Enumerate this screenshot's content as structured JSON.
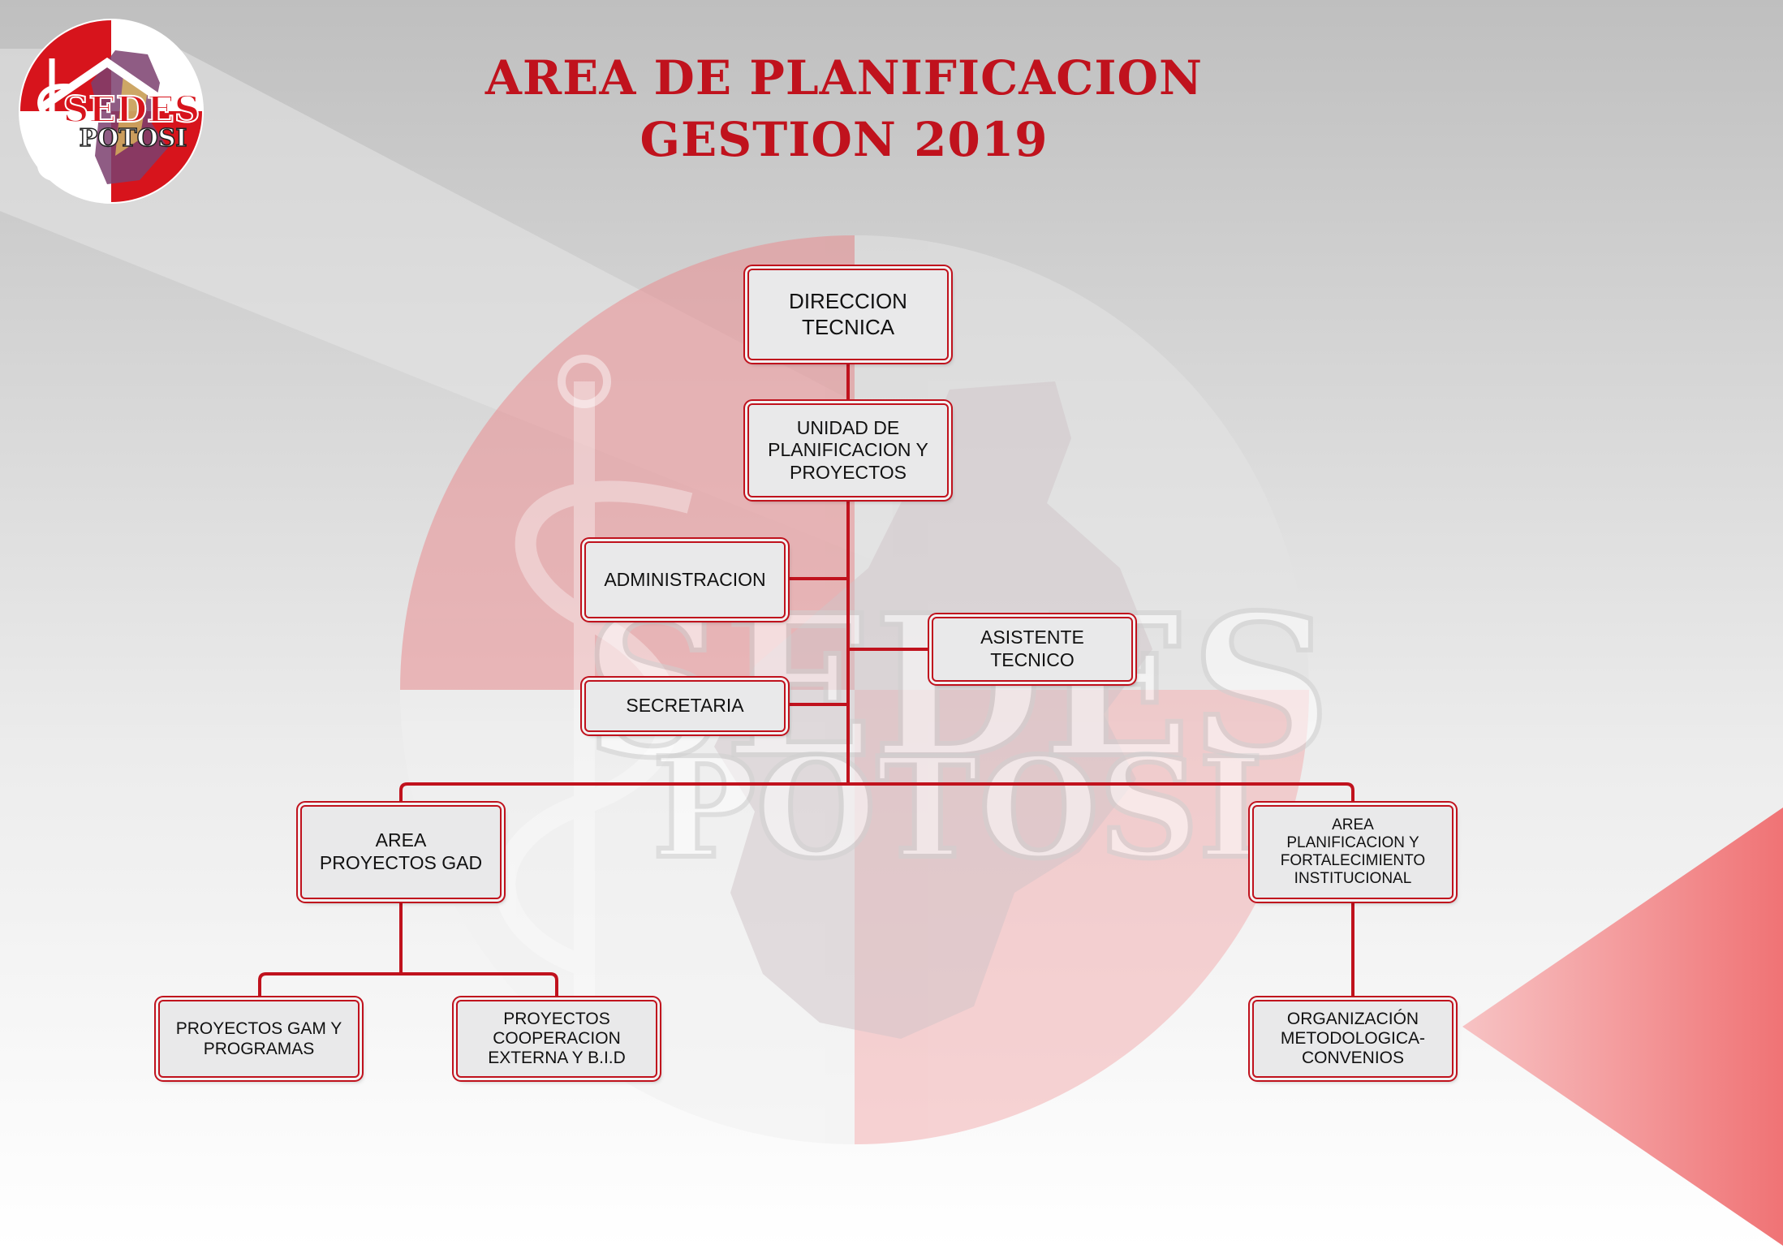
{
  "header": {
    "title_line1": "AREA DE PLANIFICACION",
    "title_line2": "GESTION 2019"
  },
  "logo": {
    "name": "sedes-potosi-logo",
    "line1": "SEDES",
    "line2": "POTOSI"
  },
  "watermark": {
    "line1": "SEDES",
    "line2": "POTOSI"
  },
  "colors": {
    "accent": "#c0121d",
    "node_fill": "#e9e9ea",
    "triangle": "#f07e80"
  },
  "org_chart": {
    "nodes": {
      "direccion_tecnica": "DIRECCION\nTECNICA",
      "unidad_planificacion": "UNIDAD DE\nPLANIFICACION Y\nPROYECTOS",
      "administracion": "ADMINISTRACION",
      "asistente_tecnico": "ASISTENTE\nTECNICO",
      "secretaria": "SECRETARIA",
      "area_proyectos_gad": "AREA\nPROYECTOS  GAD",
      "area_planificacion_fortalecimiento": "AREA\nPLANIFICACION Y\nFORTALECIMIENTO\nINSTITUCIONAL",
      "proyectos_gam": "PROYECTOS GAM Y\nPROGRAMAS",
      "proyectos_cooperacion": "PROYECTOS\nCOOPERACION\nEXTERNA Y B.I.D",
      "organizacion_metodologica": "ORGANIZACIÓN\nMETODOLOGICA-\nCONVENIOS"
    },
    "edges": [
      [
        "direccion_tecnica",
        "unidad_planificacion"
      ],
      [
        "unidad_planificacion",
        "administracion"
      ],
      [
        "unidad_planificacion",
        "asistente_tecnico"
      ],
      [
        "unidad_planificacion",
        "secretaria"
      ],
      [
        "unidad_planificacion",
        "area_proyectos_gad"
      ],
      [
        "unidad_planificacion",
        "area_planificacion_fortalecimiento"
      ],
      [
        "area_proyectos_gad",
        "proyectos_gam"
      ],
      [
        "area_proyectos_gad",
        "proyectos_cooperacion"
      ],
      [
        "area_planificacion_fortalecimiento",
        "organizacion_metodologica"
      ]
    ]
  }
}
